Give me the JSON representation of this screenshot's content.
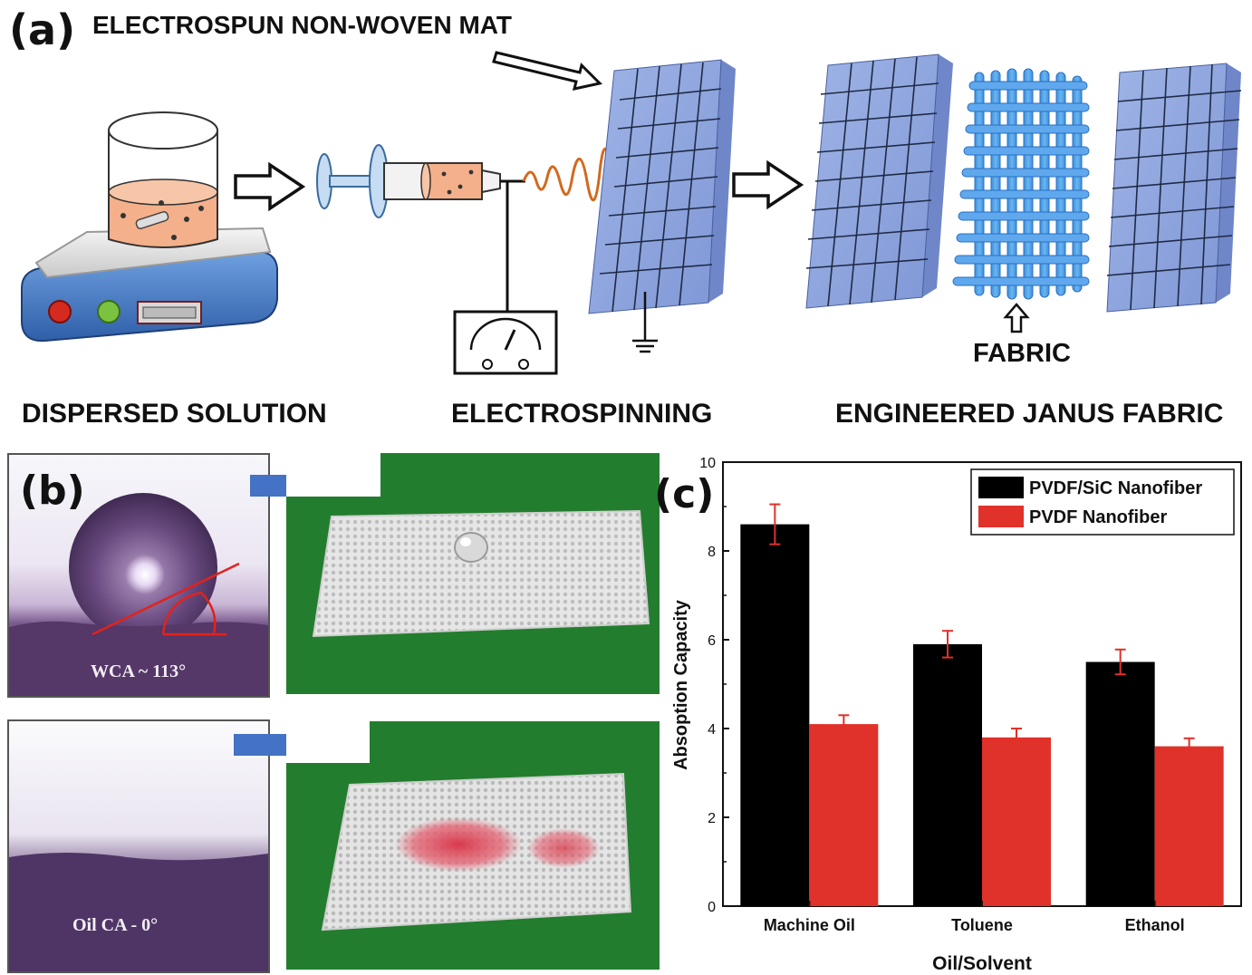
{
  "panel_a": {
    "label": "(a)",
    "mat_label": "ELECTROSPUN NON-WOVEN MAT",
    "fabric_label": "FABRIC",
    "stages": [
      "DISPERSED SOLUTION",
      "ELECTROSPINNING",
      "ENGINEERED JANUS FABRIC"
    ]
  },
  "panel_b": {
    "label": "(b)",
    "wca_text": "WCA ~ 113°",
    "oil_text": "Oil CA - 0°",
    "colors": {
      "arrow": "#4472c4",
      "grass": "#1f7a2a",
      "droplet": "#5a3f6b"
    }
  },
  "panel_c": {
    "label": "(c)"
  },
  "chart_data": {
    "type": "bar",
    "xlabel": "Oil/Solvent",
    "ylabel": "Absoption Capacity",
    "categories": [
      "Machine Oil",
      "Toluene",
      "Ethanol"
    ],
    "ylim": [
      0,
      10
    ],
    "yticks": [
      "0",
      "2",
      "4",
      "6",
      "8",
      "10"
    ],
    "legend_position": "top-right",
    "grid": false,
    "series": [
      {
        "name": "PVDF/SiC Nanofiber",
        "color": "#000000",
        "values": [
          8.6,
          5.9,
          5.5
        ],
        "errors": [
          0.45,
          0.3,
          0.28
        ]
      },
      {
        "name": "PVDF Nanofiber",
        "color": "#e0312a",
        "values": [
          4.1,
          3.8,
          3.6
        ],
        "errors": [
          0.2,
          0.2,
          0.18
        ]
      }
    ],
    "error_bar_color": "#e0312a"
  }
}
